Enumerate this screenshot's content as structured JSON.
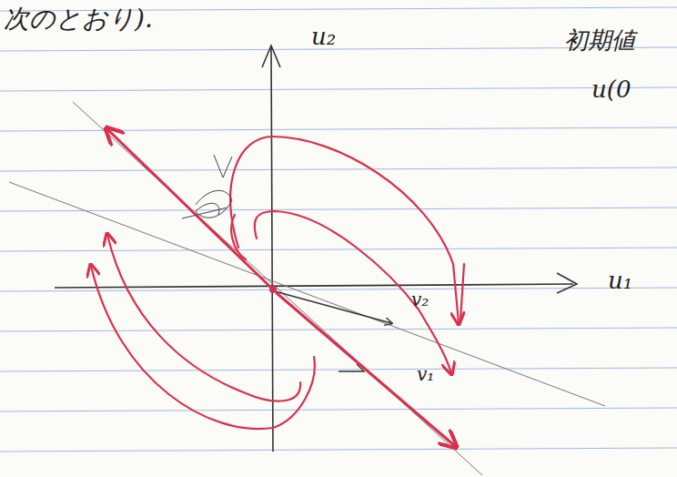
{
  "diagram": {
    "labels": [
      "次のとおり).",
      "u₂",
      "u₁",
      "初期値",
      "u(0",
      "v₂",
      "v₁"
    ]
  }
}
